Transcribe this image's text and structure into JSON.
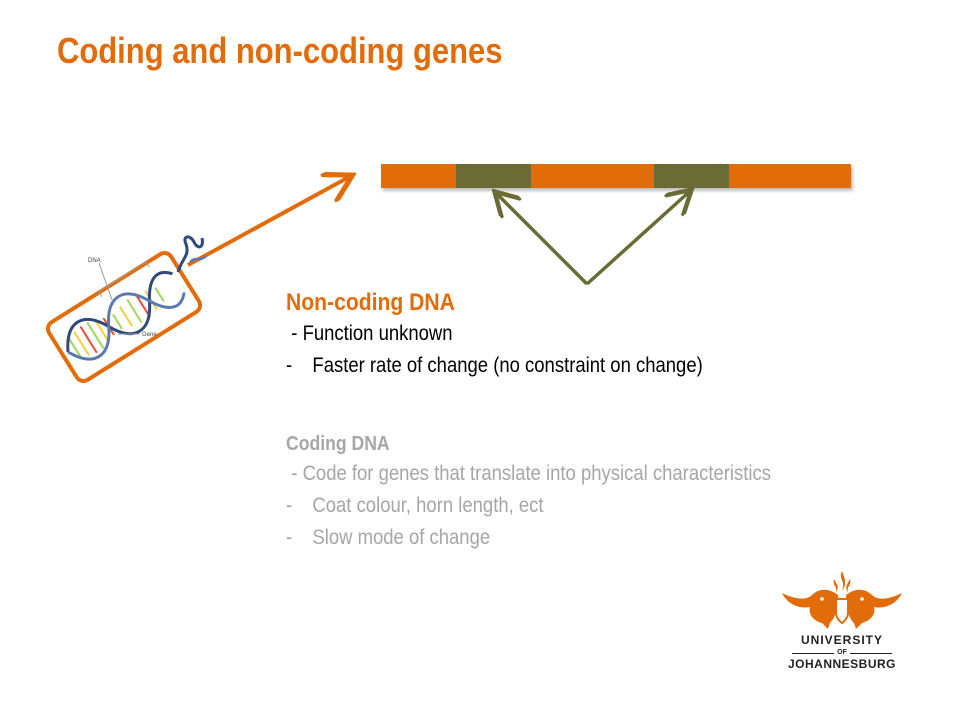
{
  "slide": {
    "title": "Coding and non-coding genes"
  },
  "colors": {
    "accent": "#E36C0A",
    "coding_segment": "#6B6B35",
    "muted_text": "#A6A6A6"
  },
  "gene_bar": {
    "segments": [
      {
        "kind": "non-coding",
        "fraction": 0.16
      },
      {
        "kind": "coding",
        "fraction": 0.16
      },
      {
        "kind": "non-coding",
        "fraction": 0.26
      },
      {
        "kind": "coding",
        "fraction": 0.16
      },
      {
        "kind": "non-coding",
        "fraction": 0.26
      }
    ]
  },
  "dna_illustration": {
    "label_dna": "DNA",
    "label_gene": "Gene"
  },
  "non_coding": {
    "heading": "Non-coding DNA",
    "line1": " - Function unknown",
    "bullets": [
      {
        "dash": "-",
        "text": "Faster rate of change (no constraint on change)"
      }
    ]
  },
  "coding": {
    "heading": "Coding DNA",
    "line1": " - Code for genes that translate into physical characteristics",
    "bullets": [
      {
        "dash": "-",
        "text": "Coat colour, horn length, ect"
      },
      {
        "dash": "-",
        "text": "Slow mode of change"
      }
    ]
  },
  "logo": {
    "line1": "UNIVERSITY",
    "line2": "OF",
    "line3": "JOHANNESBURG"
  }
}
